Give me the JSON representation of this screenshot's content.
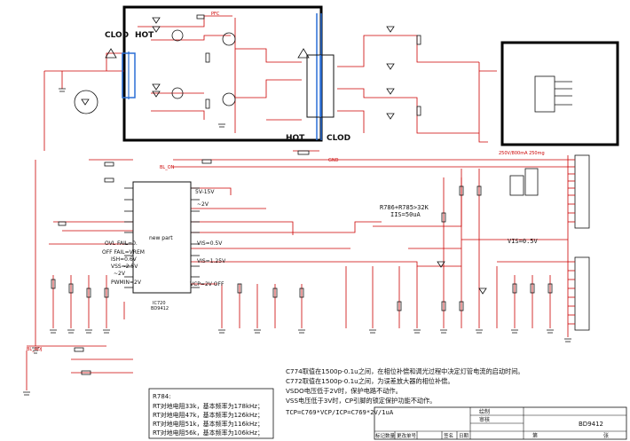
{
  "labels": {
    "clod_left": "CLOD",
    "hot_left": "HOT",
    "hot_bottom": "HOT",
    "clod_bottom": "CLOD",
    "ic_vcc": "5V-15V",
    "ic_ref": "~2V",
    "ic_new": "new part",
    "ic_name": "IC720",
    "ic_model": "BD9412",
    "vis_05": "VIS=0.5V",
    "vcp_2": "VCP=2V OFF",
    "vref_125": "VIS=1.25V",
    "ovl": "OVL FAIL=0.",
    "off_fail": "OFF FAIL=VREM",
    "ish": "ISH=0.6V",
    "vss": "VSS=2.5V",
    "v2": "~2V",
    "pwmin": "PWMIN=2V",
    "r786": "R786+R785>32K",
    "iis": "IIS=50uA",
    "vfs": "VIS=0.5V",
    "pfc_in": "PFC",
    "bl_on": "BL_ON",
    "bl_adj": "BL_ADJ",
    "gnd": "GND",
    "cn_box": "250V/800mA 250mg"
  },
  "notes": {
    "n1": "C774取值在1500p-0.1u之间，在相位补偿和调光过程中决定灯管电流的启动时间。",
    "n2": "C772取值在1500p-0.1u之间，为误差放大器的相位补偿。",
    "n3": "VSDO电压低于2V时，保护电路不动作。",
    "n4": "VSS电压低于3V时，CP引脚的锁定保护功能不动作。",
    "n5": "TCP=C769*VCP/ICP=C769*2V/1uA"
  },
  "r784": {
    "title": "R784:",
    "rows": [
      "RT对地电阻33k，基本频率为178kHz；",
      "RT对地电阻47k，基本频率为126kHz；",
      "RT对地电阻51k，基本频率为116kHz；",
      "RT对地电阻56k，基本频率为106kHz；"
    ]
  },
  "title_block": {
    "draw": "绘制",
    "check": "审核",
    "model": "BD9412",
    "header": [
      "标记数量",
      "更改单号",
      "签名",
      "日期"
    ],
    "page": "第",
    "page2": "张"
  }
}
